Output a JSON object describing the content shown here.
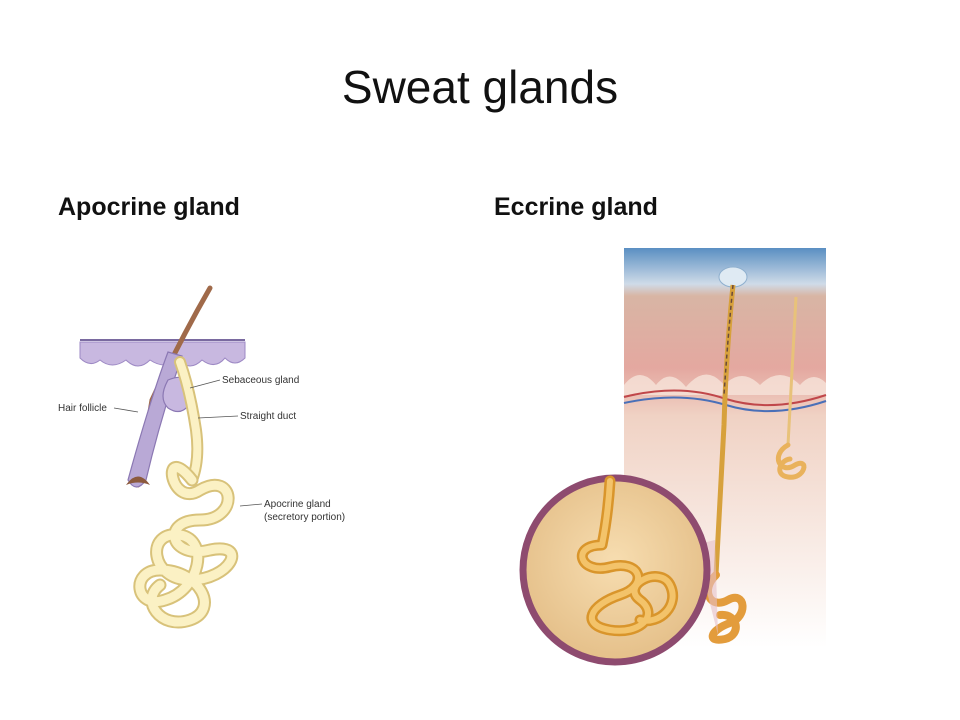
{
  "slide": {
    "title": "Sweat glands",
    "left_heading": "Apocrine gland",
    "right_heading": "Eccrine gland"
  },
  "apocrine_figure": {
    "labels": {
      "sebaceous": "Sebaceous gland",
      "hair_follicle": "Hair follicle",
      "straight_duct": "Straight duct",
      "apocrine_line1": "Apocrine gland",
      "apocrine_line2": "(secretory portion)"
    }
  },
  "colors": {
    "gland_fill": "#fbf1c4",
    "gland_stroke": "#d8c27a",
    "follicle": "#b9a9d6",
    "hair": "#a06a4a",
    "skin_top": "#d8b5a4",
    "dermis": "#f2ddd2",
    "eccrine_gland": "#f0b55a",
    "lens_border": "#8e4b6f"
  }
}
